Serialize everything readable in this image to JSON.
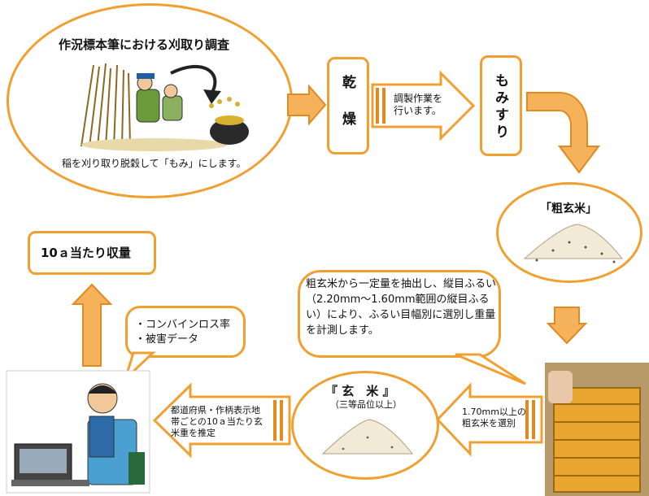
{
  "survey": {
    "title": "作況標本筆における刈取り調査",
    "caption": "稲を刈り取り脱穀して「もみ」にします。"
  },
  "steps": {
    "drying": "乾燥",
    "hulling": "もみすり"
  },
  "processing_note": "調製作業を行います。",
  "brown_rice_coarse": "「粗玄米」",
  "sieve_explanation": "粗玄米から一定量を抽出し、縦目ふるい（2.20mm～1.60mm範囲の縦目ふるい）により、ふるい目幅別に選別し重量を計測します。",
  "sieve_select_note": "1.70mm以上の粗玄米を選別",
  "brown_rice_final": {
    "title": "『 玄　米 』",
    "subtitle": "（三等品位以上）"
  },
  "estimate_note": "都道府県・作柄表示地帯ごとの10ａ当たり玄米重を推定",
  "computer_callout": {
    "line1": "・コンバインロス率",
    "line2": "・被害データ"
  },
  "yield_box": "10ａ当たり収量",
  "colors": {
    "orange_border": "#f0a030",
    "arrow_fill": "#f5b25a",
    "arrow_stripe": "#e08a20"
  }
}
